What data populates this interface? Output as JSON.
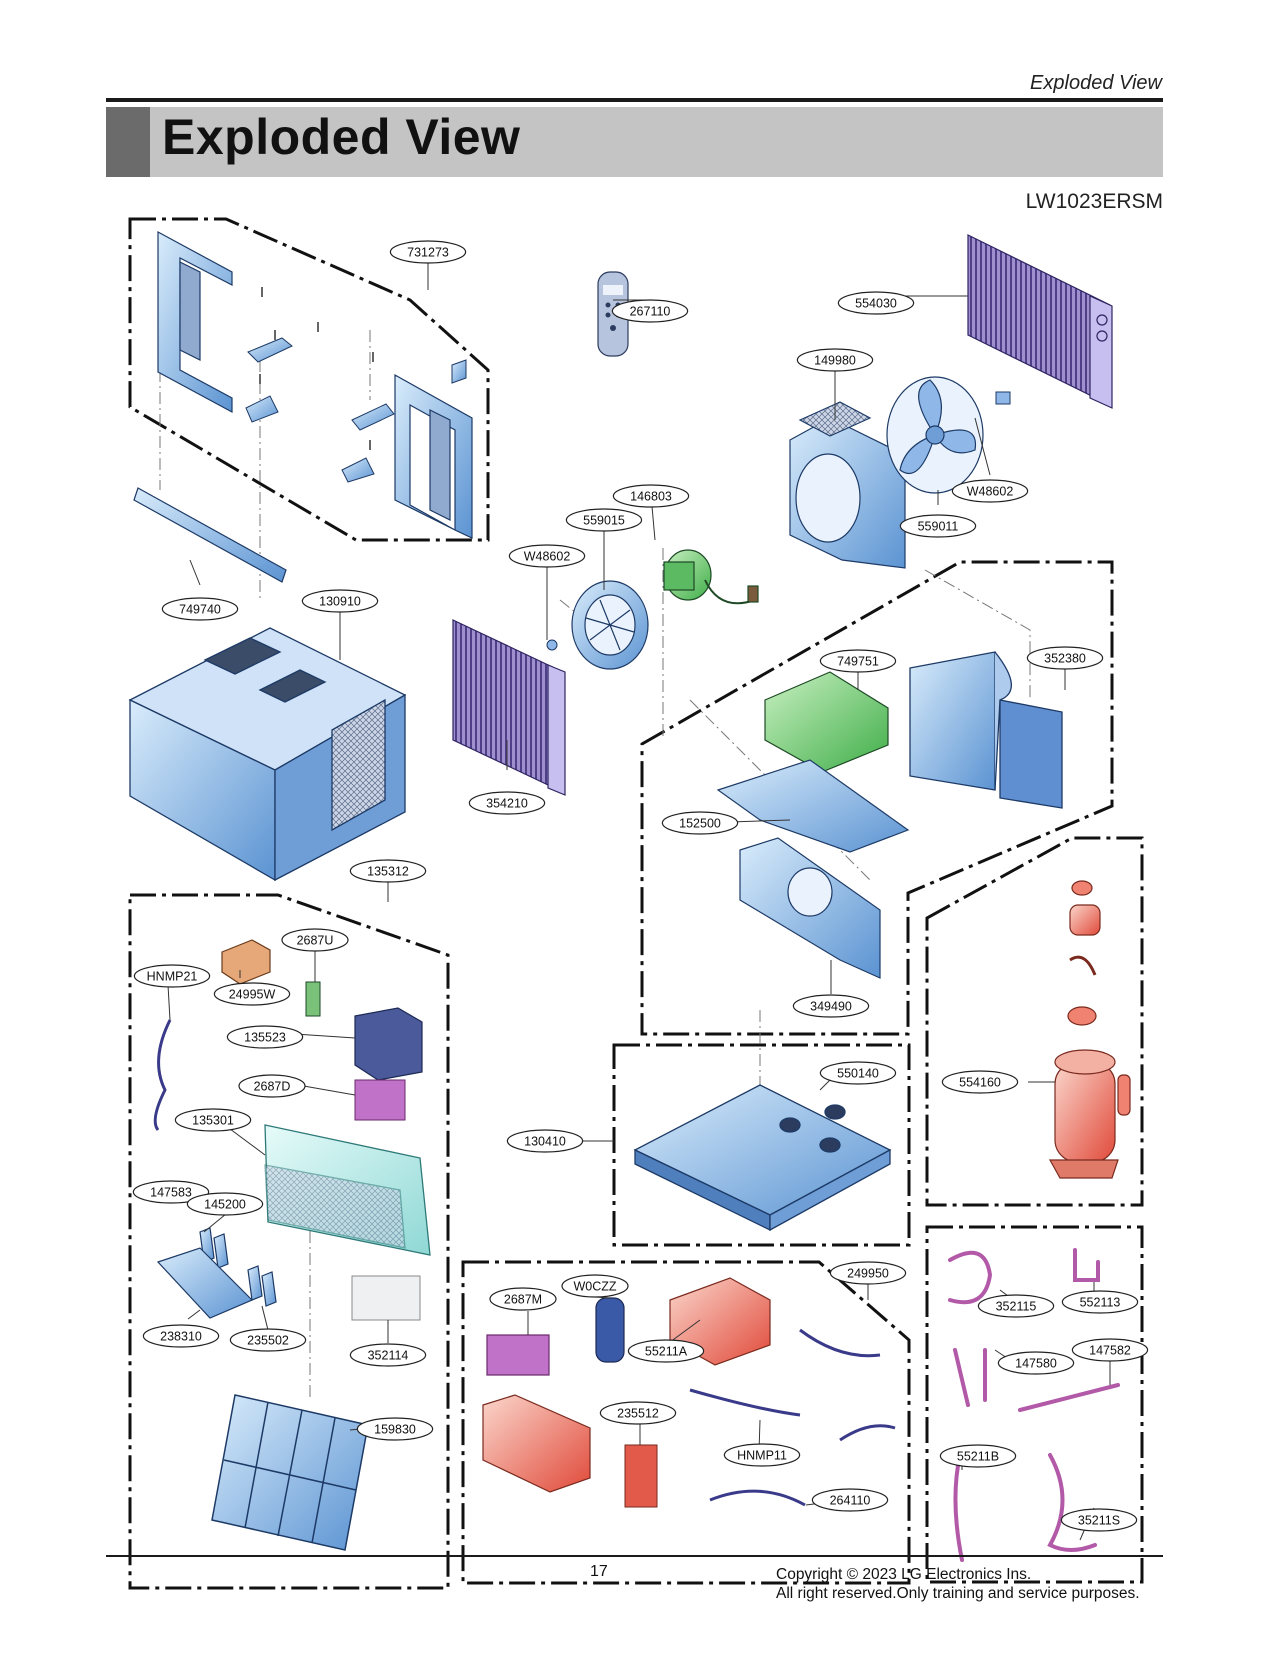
{
  "header": {
    "section_label": "Exploded View",
    "title": "Exploded View",
    "model": "LW1023ERSM"
  },
  "parts": [
    "731273",
    "267110",
    "554030",
    "149980",
    "W48602",
    "559011",
    "146803",
    "559015",
    "W48602",
    "749740",
    "130910",
    "354210",
    "749751",
    "352380",
    "152500",
    "135312",
    "2687U",
    "HNMP21",
    "24995W",
    "349490",
    "135523",
    "550140",
    "554160",
    "2687D",
    "135301",
    "130410",
    "147583",
    "145200",
    "249950",
    "W0CZZ",
    "2687M",
    "352115",
    "552113",
    "147580",
    "147582",
    "238310",
    "235502",
    "352114",
    "55211A",
    "235512",
    "159830",
    "HNMP11",
    "55211B",
    "264110",
    "35211S"
  ],
  "footer": {
    "page_number": "17",
    "copyright_line1": "Copyright © 2023 LG Electronics Ins.",
    "copyright_line2": "All right reserved.Only training and service purposes."
  },
  "colors": {
    "title_band": "#c4c4c4",
    "title_tab": "#6b6b6b",
    "part_blue": "#7fb0e0",
    "part_green": "#5fc45f",
    "part_red": "#e55a5a",
    "part_purple": "#b070c8"
  }
}
